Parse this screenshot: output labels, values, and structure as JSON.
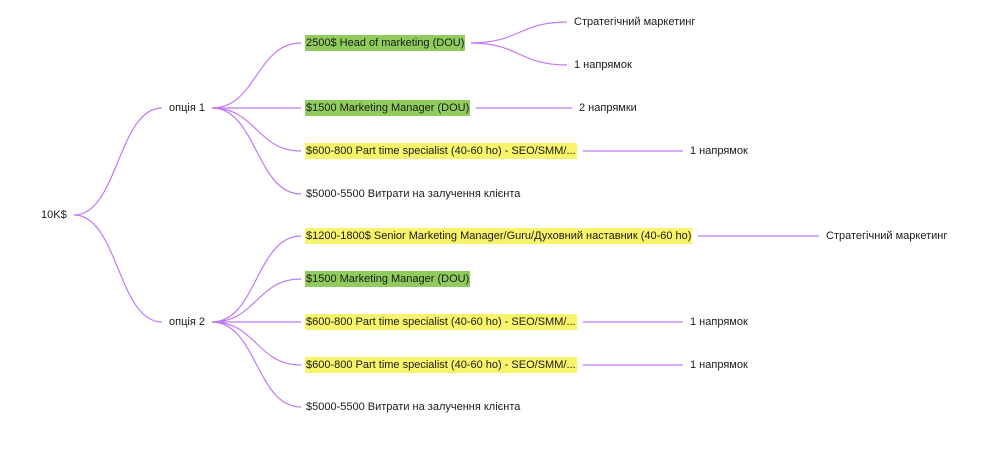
{
  "colors": {
    "edge": "#c079f5",
    "highlight_green": "#8fcc5c",
    "highlight_yellow": "#f7f36a",
    "text": "#1b1b1b"
  },
  "mindmap": {
    "root": {
      "label": "10K$"
    },
    "options": [
      {
        "label": "опція 1",
        "items": [
          {
            "label": "2500$ Head of marketing (DOU)",
            "highlight": "green",
            "children": [
              "Стратегічний маркетинг",
              "1 напрямок"
            ]
          },
          {
            "label": "$1500 Marketing Manager (DOU)",
            "highlight": "green",
            "children": [
              "2 напрямки"
            ]
          },
          {
            "label": "$600-800 Part time specialist (40-60 ho) - SEO/SMM/...",
            "highlight": "yellow",
            "children": [
              "1 напрямок"
            ]
          },
          {
            "label": "$5000-5500 Витрати на залучення клієнта",
            "highlight": "none",
            "children": []
          }
        ]
      },
      {
        "label": "опція 2",
        "items": [
          {
            "label": "$1200-1800$ Senior Marketing Manager/Guru/Духовний наставник (40-60 ho)",
            "highlight": "yellow",
            "children": [
              "Стратегічний маркетинг"
            ]
          },
          {
            "label": "$1500 Marketing Manager (DOU)",
            "highlight": "green",
            "children": []
          },
          {
            "label": "$600-800 Part time specialist (40-60 ho) - SEO/SMM/...",
            "highlight": "yellow",
            "children": [
              "1 напрямок"
            ]
          },
          {
            "label": "$600-800 Part time specialist (40-60 ho) - SEO/SMM/...",
            "highlight": "yellow",
            "children": [
              "1 напрямок"
            ]
          },
          {
            "label": "$5000-5500 Витрати на залучення клієнта",
            "highlight": "none",
            "children": []
          }
        ]
      }
    ]
  }
}
